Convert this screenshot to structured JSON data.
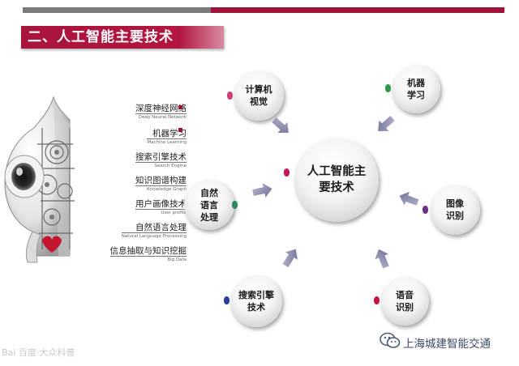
{
  "slide": {
    "heading": "二、人工智能主要技术"
  },
  "tech_list": [
    {
      "cn": "深度神经网络",
      "en": "Deep Neural Network"
    },
    {
      "cn": "机器学习",
      "en": "Machine Learning"
    },
    {
      "cn": "搜索引擎技术",
      "en": "Search Engine"
    },
    {
      "cn": "知识图谱构建",
      "en": "Knowledge Graph"
    },
    {
      "cn": "用户画像技术",
      "en": "User profile"
    },
    {
      "cn": "自然语言处理",
      "en": "Natural Language Processing"
    },
    {
      "cn": "信息抽取与知识挖掘",
      "en": "Big Data"
    }
  ],
  "diagram": {
    "center": {
      "line1": "人工智能主",
      "line2": "要技术"
    },
    "nodes": {
      "computer_vision": {
        "line1": "计算机",
        "line2": "视觉"
      },
      "machine_learning": {
        "line1": "机器",
        "line2": "学习"
      },
      "nlp": {
        "line1": "自然",
        "line2": "语言",
        "line3": "处理"
      },
      "image_recognition": {
        "line1": "图像",
        "line2": "识别"
      },
      "search_engine": {
        "line1": "搜索引擎",
        "line2": "技术"
      },
      "speech_recognition": {
        "line1": "语音",
        "line2": "识别"
      }
    }
  },
  "watermark": {
    "text": "上海城建智能交通",
    "icon": "wechat-icon"
  },
  "source_mark": {
    "text": "Bai 百度·大众科普"
  },
  "colors": {
    "accent": "#a8153c",
    "arrow": "#8a8aad"
  }
}
